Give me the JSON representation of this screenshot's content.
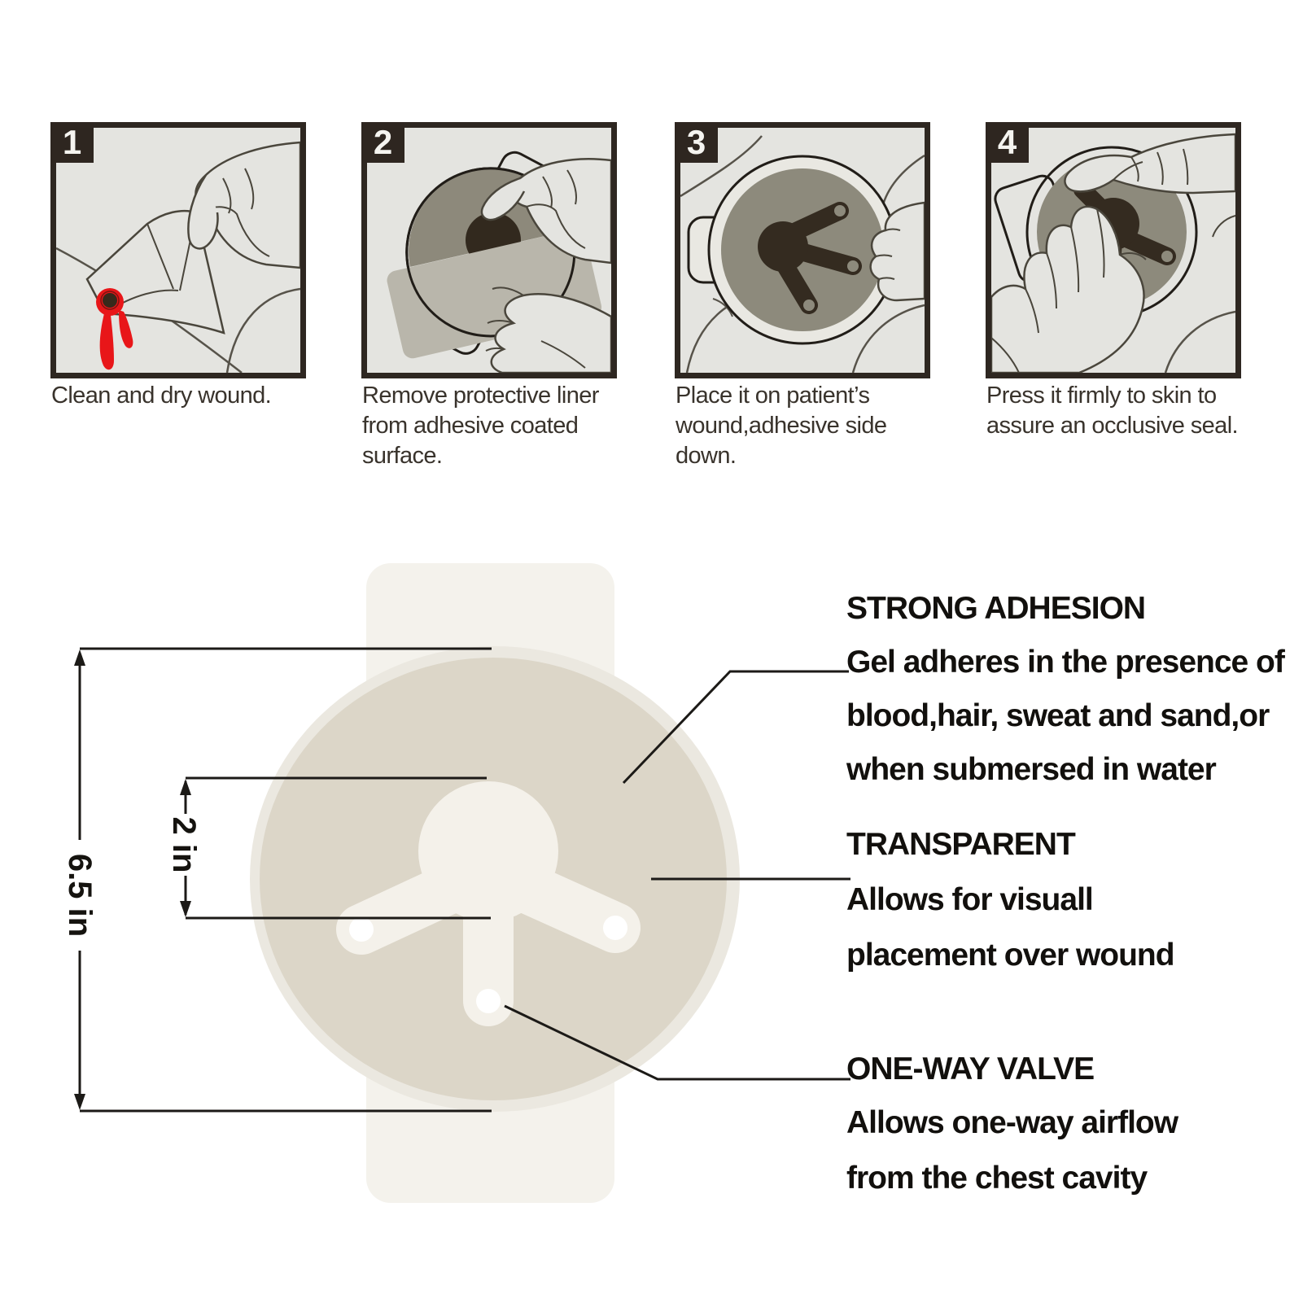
{
  "steps": [
    {
      "number": "1",
      "caption_lines": [
        "Clean and dry wound."
      ]
    },
    {
      "number": "2",
      "caption_lines": [
        "Remove protective liner",
        "from adhesive coated",
        "surface."
      ]
    },
    {
      "number": "3",
      "caption_lines": [
        "Place it on patient’s",
        "wound,adhesive side",
        "down."
      ]
    },
    {
      "number": "4",
      "caption_lines": [
        "Press it firmly to skin to",
        "assure an occlusive seal."
      ]
    }
  ],
  "dimensions": {
    "overall": "6.5 in",
    "valve": "2 in"
  },
  "features": [
    {
      "title": "STRONG ADHESION",
      "lines": [
        "Gel adheres in the presence of",
        "blood,hair, sweat and sand,or",
        "when submersed in water"
      ]
    },
    {
      "title": "TRANSPARENT",
      "lines": [
        "Allows for visuall",
        "placement over wound"
      ]
    },
    {
      "title": "ONE-WAY VALVE",
      "lines": [
        "Allows one-way airflow",
        "from the chest cavity"
      ]
    }
  ],
  "colors": {
    "background": "#ffffff",
    "panel_bg": "#e4e4e0",
    "panel_border": "#2e2721",
    "caption_ink": "#39332c",
    "feature_ink": "#12100d",
    "line_art": "#4a463c",
    "blood_red": "#e81619",
    "gel_gray": "#8d897b",
    "valve_dark": "#342b20",
    "liner_flap_gray": "#b9b6ab",
    "product_disc": "#dcd6c8",
    "product_rim": "#ebe8e0",
    "product_valve": "#f4f1ea",
    "product_liner": "#f4f2ec",
    "dimension_line": "#1c1a17"
  }
}
